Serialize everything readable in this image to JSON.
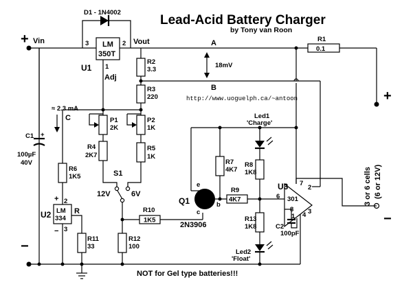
{
  "title": "Lead-Acid Battery Charger",
  "byline": "by Tony van Roon",
  "url": "http://www.uoguelph.ca/~antoon",
  "warning": "NOT for Gel type batteries!!!",
  "nodes": {
    "a": "A",
    "b": "B",
    "c": "C",
    "vin": "Vin",
    "vout": "Vout",
    "adj": "Adj",
    "vin_plus": "+",
    "vin_minus": "−",
    "out_plus": "+",
    "out_minus": "−",
    "batt_plus": "+",
    "batt_minus": "−"
  },
  "annotations": {
    "mv": "18mV",
    "current": "≈ 2.3 mA",
    "cells": "3 or 6 cells",
    "volts": "(6 or 12V)",
    "s1_12v": "12V",
    "s1_6v": "6V"
  },
  "components": {
    "d1": "D1 - 1N4002",
    "u1_id": "U1",
    "u1_l1": "LM",
    "u1_l2": "350T",
    "u1_p1": "1",
    "u1_p2": "2",
    "u1_p3": "3",
    "u2_id": "U2",
    "u2_l1": "LM",
    "u2_l2": "334",
    "u2_r": "R",
    "u2_p2": "2",
    "u2_p3": "3",
    "u3_id": "U3",
    "u3_num": "301",
    "u3_p2": "2",
    "u3_p3": "3",
    "u3_p4": "4",
    "u3_p6": "6",
    "u3_p7": "7",
    "u3_p8": "8",
    "u3_p1": "1",
    "c1_id": "C1",
    "c1_v1": "100µF",
    "c1_v2": "40V",
    "c2_id": "C2",
    "c2_v": "100pF",
    "r1_id": "R1",
    "r1_v": "0.1",
    "r2_id": "R2",
    "r2_v": "3.3",
    "r3_id": "R3",
    "r3_v": "220",
    "p1_id": "P1",
    "p1_v": "2K",
    "p2_id": "P2",
    "p2_v": "1K",
    "r4_id": "R4",
    "r4_v": "2K7",
    "r5_id": "R5",
    "r5_v": "1K",
    "r6_id": "R6",
    "r6_v": "1K5",
    "r7_id": "R7",
    "r7_v": "4K7",
    "r8_id": "R8",
    "r8_v": "1K8",
    "r9_id": "R9",
    "r9_v": "4K7",
    "r10_id": "R10",
    "r10_v": "1K5",
    "r11_id": "R11",
    "r11_v": "33",
    "r12_id": "R12",
    "r12_v": "100",
    "r13_id": "R13",
    "r13_v": "1K8",
    "s1_id": "S1",
    "q1_id": "Q1",
    "q1_v": "2N3906",
    "q1_e": "e",
    "q1_b": "b",
    "q1_c": "c",
    "led1_id": "Led1",
    "led1_v": "'Charge'",
    "led2_id": "Led2",
    "led2_v": "'Float'"
  }
}
